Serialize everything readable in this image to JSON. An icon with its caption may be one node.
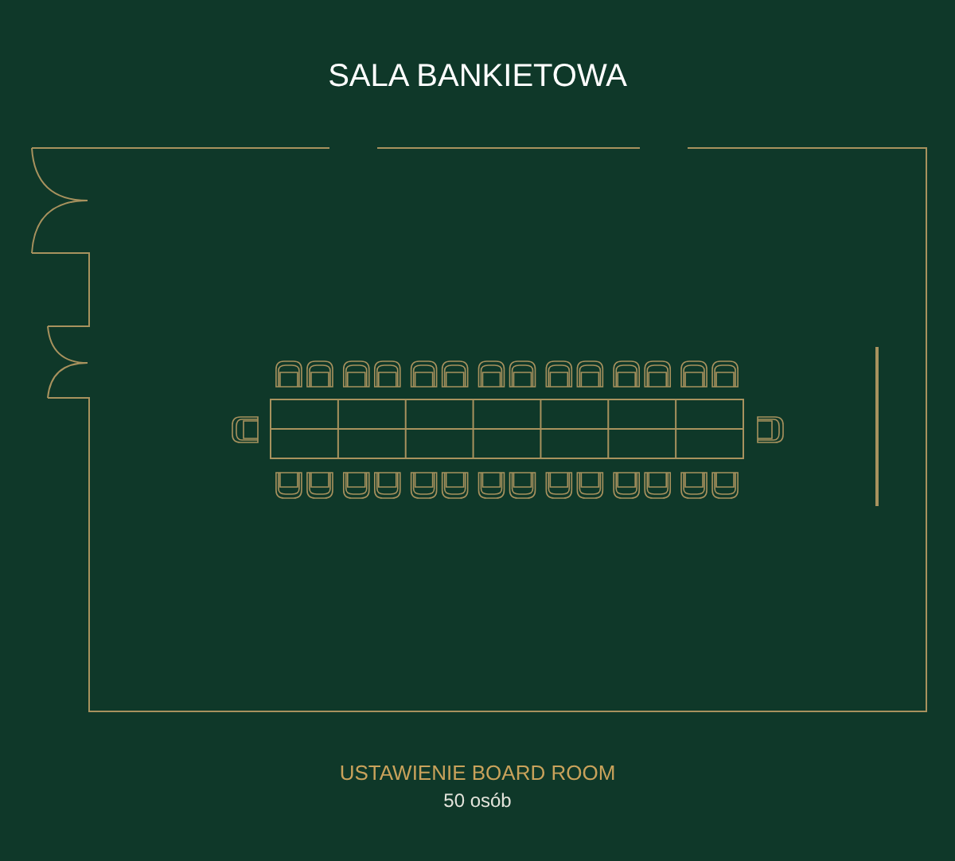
{
  "diagram": {
    "title": "SALA BANKIETOWA",
    "caption": "USTAWIENIE BOARD ROOM",
    "labels": [
      "50 osób"
    ]
  }
}
